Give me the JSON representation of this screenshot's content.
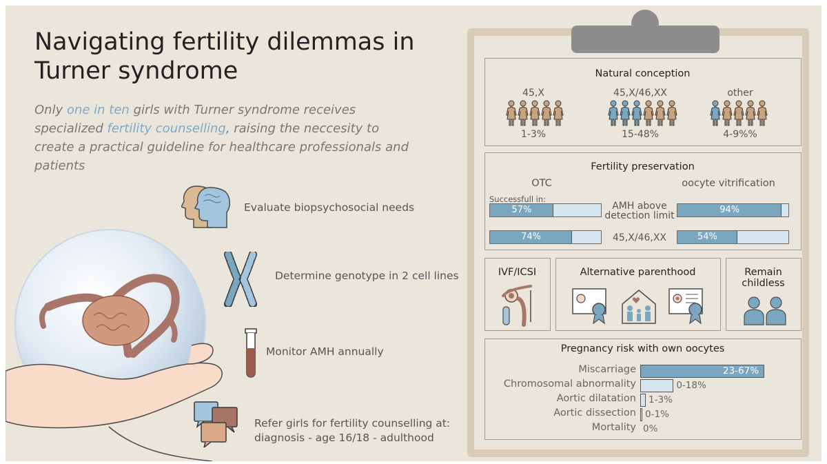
{
  "title": "Navigating fertility dilemmas in Turner syndrome",
  "subtitle": {
    "part1": "Only ",
    "highlight1": "one in ten",
    "part2": " girls with Turner syndrome receives specialized ",
    "highlight2": "fertility counselling",
    "part3": ", raising the neccesity to create a practical guideline for healthcare professionals and patients"
  },
  "steps": [
    {
      "label": "Evaluate biopsychosocial needs",
      "icon": "heads-icon"
    },
    {
      "label": "Determine genotype in 2 cell lines",
      "icon": "chromosome-icon"
    },
    {
      "label": "Monitor AMH annually",
      "icon": "blood-tube-icon"
    },
    {
      "label_line1": "Refer girls for fertility counselling at:",
      "label_line2": "diagnosis - age 16/18 - adulthood",
      "icon": "speech-bubbles-icon"
    }
  ],
  "natural_conception": {
    "title": "Natural conception",
    "groups": [
      {
        "name": "45,X",
        "value": "1-3%"
      },
      {
        "name": "45,X/46,XX",
        "value": "15-48%"
      },
      {
        "name": "other",
        "value": "4-9%%"
      }
    ]
  },
  "fertility_preservation": {
    "title": "Fertility preservation",
    "otc_label": "OTC",
    "oocyte_label": "oocyte vitrification",
    "successful_label": "Successfull in:",
    "row1_label_line1": "AMH above",
    "row1_label_line2": "detection limit",
    "row2_label": "45,X/46,XX",
    "otc_row1": {
      "text": "57%",
      "value": 57
    },
    "otc_row2": {
      "text": "74%",
      "value": 74
    },
    "oocyte_row1": {
      "text": "94%",
      "value": 94
    },
    "oocyte_row2": {
      "text": "54%",
      "value": 54
    }
  },
  "options": {
    "ivf": "IVF/ICSI",
    "alternative": "Alternative parenthood",
    "childless_line1": "Remain",
    "childless_line2": "childless"
  },
  "pregnancy_risk": {
    "title": "Pregnancy risk with own oocytes",
    "rows": [
      {
        "label": "Miscarriage",
        "text": "23-67%",
        "value": 67
      },
      {
        "label": "Chromosomal abnormality",
        "text": "0-18%",
        "value": 18
      },
      {
        "label": "Aortic dilatation",
        "text": "1-3%",
        "value": 3
      },
      {
        "label": "Aortic dissection",
        "text": "0-1%",
        "value": 1
      },
      {
        "label": "Mortality",
        "text": "0%",
        "value": 0
      }
    ]
  },
  "colors": {
    "accent": "#7ba6bf",
    "figure": "#c9a27e",
    "background": "#ebe6dc"
  }
}
